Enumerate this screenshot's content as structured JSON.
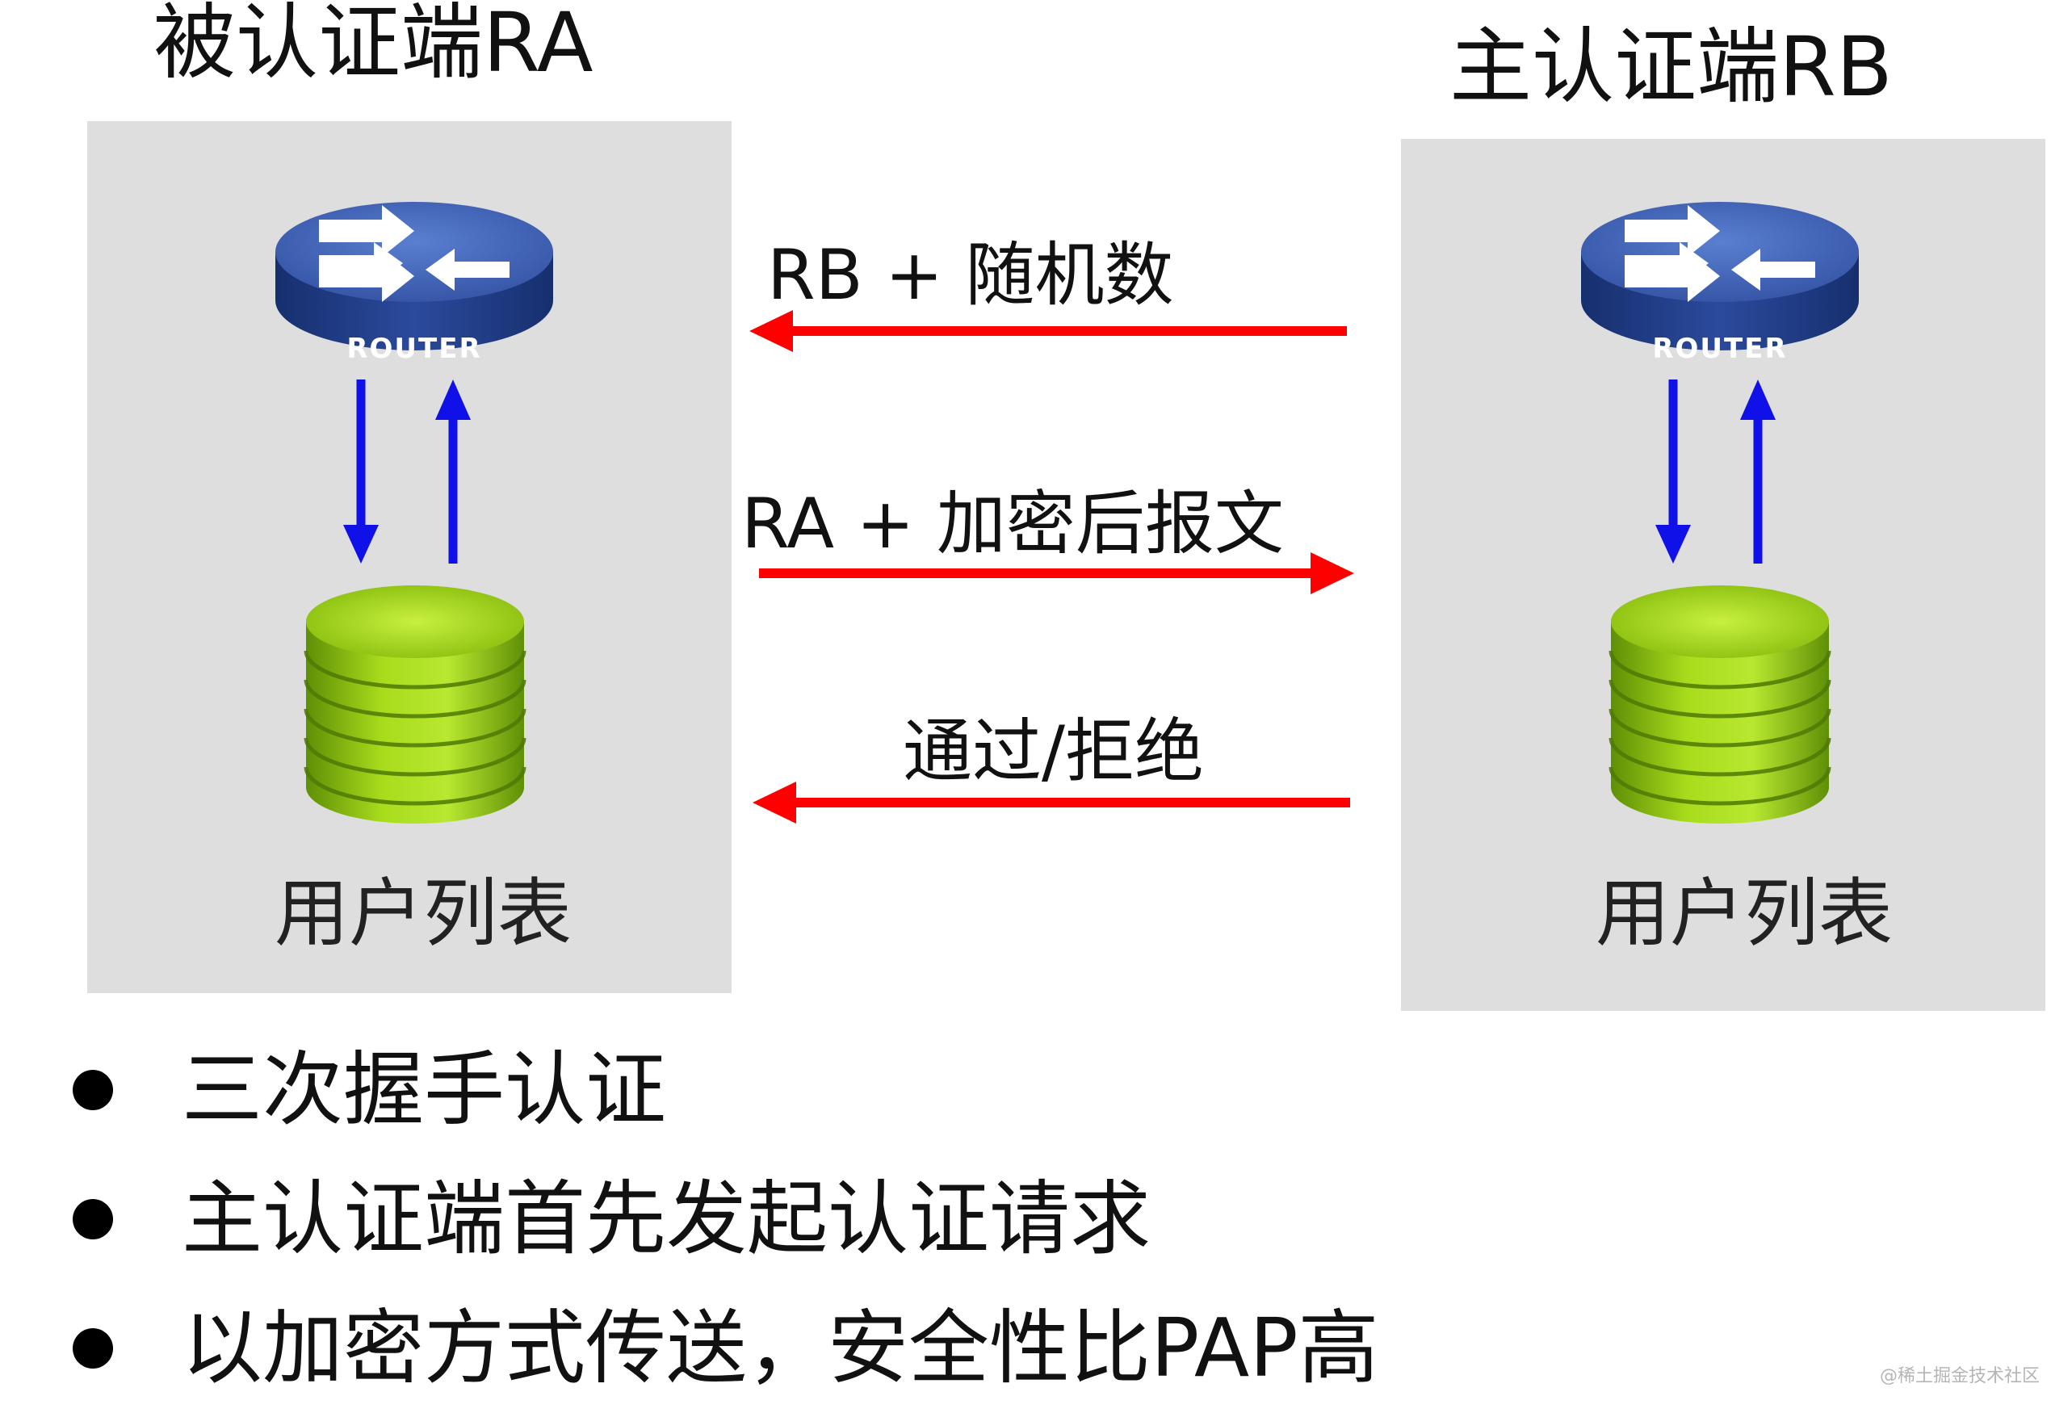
{
  "left_panel": {
    "title": "被认证端RA",
    "router_label": "ROUTER",
    "db_label": "用户列表"
  },
  "right_panel": {
    "title": "主认证端RB",
    "router_label": "ROUTER",
    "db_label": "用户列表"
  },
  "messages": [
    {
      "text": "RB + 随机数",
      "direction": "right-to-left"
    },
    {
      "text": "RA + 加密后报文",
      "direction": "left-to-right"
    },
    {
      "text": "通过/拒绝",
      "direction": "right-to-left"
    }
  ],
  "bullets": [
    "三次握手认证",
    "主认证端首先发起认证请求",
    "以加密方式传送，安全性比PAP高"
  ],
  "watermark": "@稀土掘金技术社区",
  "colors": {
    "panel_bg": "#dedede",
    "message_arrow": "#ff0000",
    "internal_arrow": "#1010e8",
    "router_body": "#2e4b9a",
    "database": "#9acd16"
  },
  "icons": [
    "router-icon",
    "database-icon"
  ]
}
